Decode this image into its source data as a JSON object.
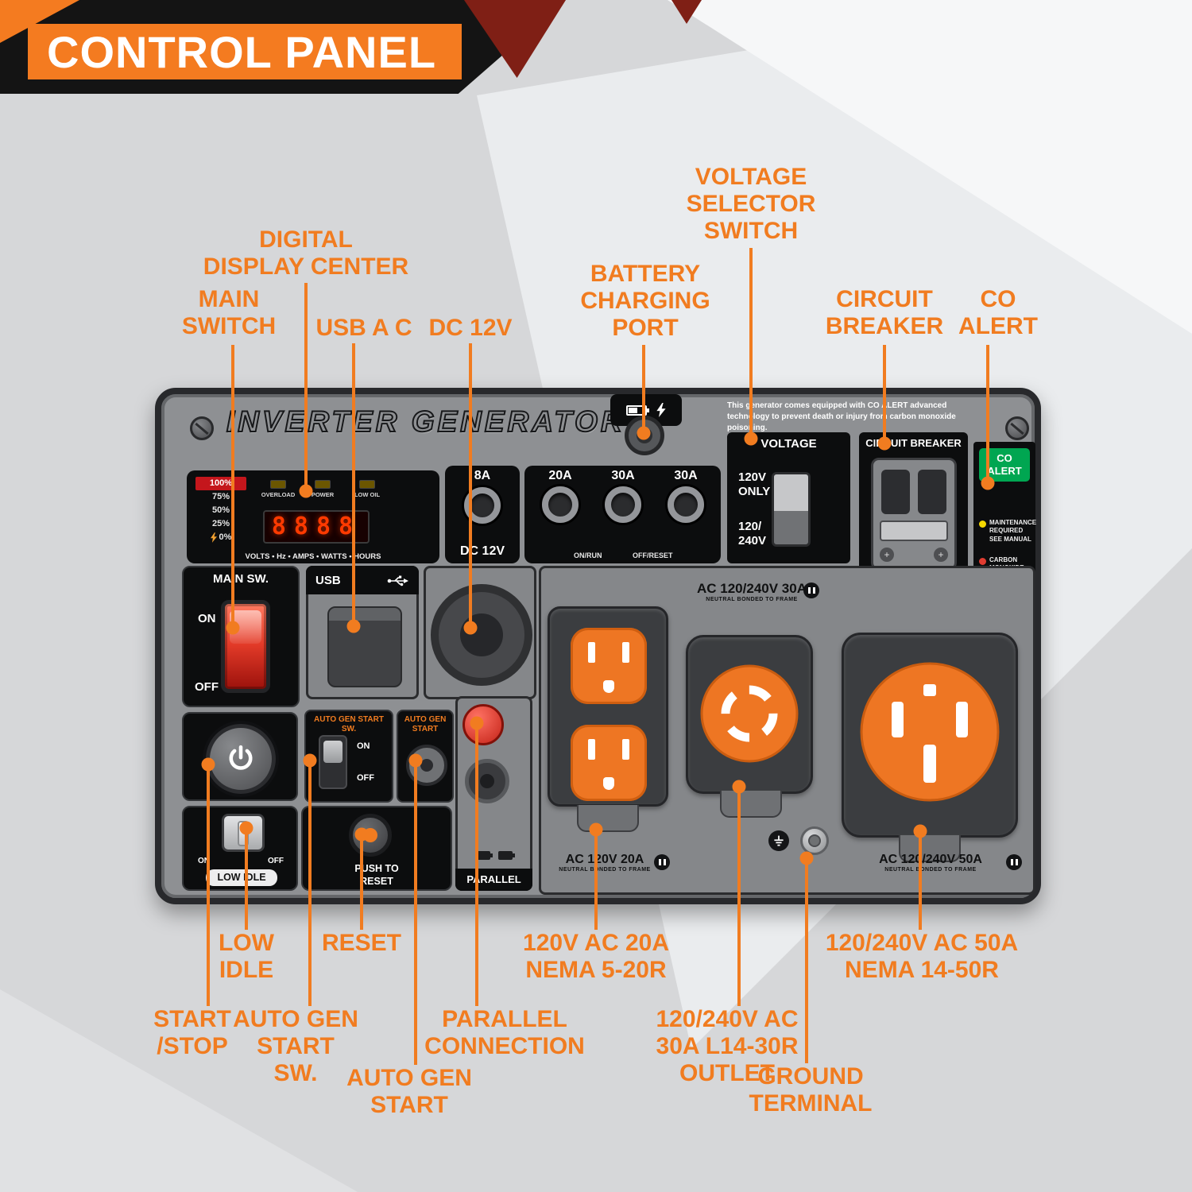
{
  "colors": {
    "accent_orange": "#F17C20",
    "banner_orange": "#F47B20",
    "maroon": "#7F1F15",
    "co_green": "#00A651",
    "alert_red": "#E03C31",
    "warn_yellow": "#F5D800",
    "outlet_orange": "#EE7623",
    "panel_face": "#8E9093",
    "panel_black": "#0C0D0E",
    "main_switch_red": "#E23A28"
  },
  "header": {
    "title": "CONTROL PANEL"
  },
  "panel": {
    "title": "INVERTER GENERATOR",
    "co_notice": "This generator comes equipped with CO ALERT advanced technology to prevent death or injury from carbon monoxide poisoning.",
    "display": {
      "levels": [
        "100%",
        "75%",
        "50%",
        "25%",
        "0%"
      ],
      "leds": [
        "OVERLOAD",
        "POWER",
        "LOW OIL"
      ],
      "digits": "8888",
      "units": "VOLTS • Hz • AMPS • WATTS • HOURS"
    },
    "dc_breaker": {
      "amps": "8A",
      "label": "DC 12V"
    },
    "ac_breakers": {
      "amps": [
        "20A",
        "30A",
        "30A"
      ],
      "on": "ON/RUN",
      "off": "OFF/RESET"
    },
    "voltage": {
      "title": "VOLTAGE",
      "top": "120V\nONLY",
      "bottom": "120/\n240V"
    },
    "circuit_breaker": {
      "title": "CIRCUIT BREAKER"
    },
    "co_alert": {
      "badge": "CO\nALERT",
      "maintenance": "MAINTENANCE\nREQUIRED\nSEE MANUAL",
      "carbon": "CARBON\nMONOXIDE\nDETECTED"
    },
    "main_sw": {
      "title": "MAIN SW.",
      "on": "ON",
      "off": "OFF"
    },
    "usb": {
      "title": "USB"
    },
    "auto_gen_sw": {
      "title": "AUTO GEN START SW.",
      "on": "ON",
      "off": "OFF"
    },
    "auto_gen_port": {
      "title": "AUTO GEN START"
    },
    "low_idle": {
      "on": "ON",
      "off": "OFF",
      "label": "LOW IDLE"
    },
    "reset": {
      "label": "PUSH TO\nRESET"
    },
    "parallel": {
      "label": "PARALLEL"
    },
    "outlets": {
      "ac30": {
        "label": "AC 120/240V 30A",
        "sub": "NEUTRAL BONDED TO FRAME"
      },
      "ac20": {
        "label": "AC 120V 20A",
        "sub": "NEUTRAL BONDED TO FRAME"
      },
      "ac50": {
        "label": "AC 120/240V 50A",
        "sub": "NEUTRAL BONDED TO FRAME"
      }
    }
  },
  "callouts": {
    "digital_display": "DIGITAL\nDISPLAY CENTER",
    "main_switch": "MAIN\nSWITCH",
    "usb_ac": "USB A C",
    "dc_12v": "DC 12V",
    "battery_port": "BATTERY\nCHARGING\nPORT",
    "voltage_selector": "VOLTAGE\nSELECTOR\nSWITCH",
    "circuit_breaker": "CIRCUIT\nBREAKER",
    "co_alert": "CO\nALERT",
    "low_idle": "LOW\nIDLE",
    "reset": "RESET",
    "nema_520": "120V AC 20A\nNEMA 5-20R",
    "nema_1450": "120/240V AC 50A\nNEMA 14-50R",
    "start_stop": "START\n/STOP",
    "auto_gen_sw": "AUTO GEN\nSTART\nSW.",
    "parallel": "PARALLEL\nCONNECTION",
    "auto_gen_start": "AUTO GEN\nSTART",
    "l14_30r": "120/240V AC\n30A L14-30R\nOUTLET",
    "ground": "GROUND\nTERMINAL"
  }
}
